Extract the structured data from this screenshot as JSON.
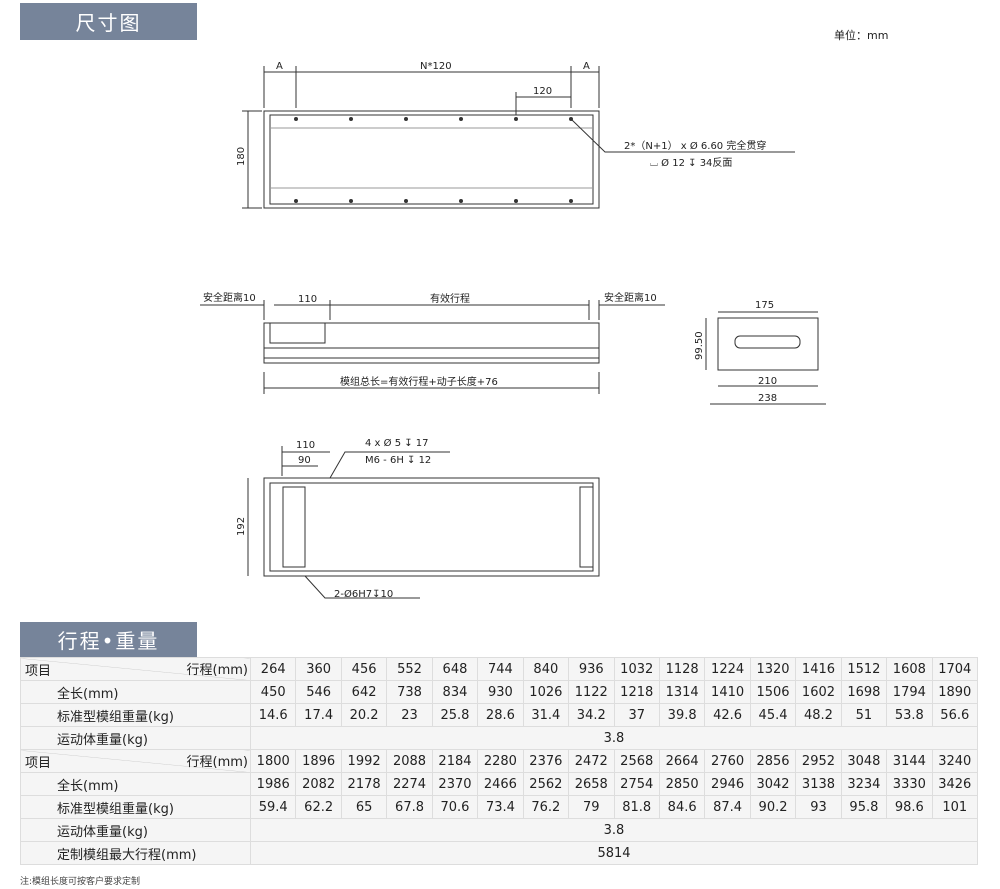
{
  "sections": {
    "dimensions": "尺寸图",
    "stroke_weight": "行程•重量"
  },
  "unit": "单位：mm",
  "drawing": {
    "top": {
      "a": "A",
      "n120": "N*120",
      "p120": "120",
      "h180": "180",
      "note1": "2*（N+1） x Ø 6.60 完全贯穿",
      "note2": "⌴ Ø 12 ↧ 34反面"
    },
    "side": {
      "safe_left": "安全距离10",
      "w110": "110",
      "stroke": "有效行程",
      "safe_right": "安全距离10",
      "total": "模组总长=有效行程+动子长度+76"
    },
    "end": {
      "w175": "175",
      "h9950": "99.50",
      "w210": "210",
      "w238": "238"
    },
    "bottom": {
      "w110": "110",
      "w90": "90",
      "h192": "192",
      "hole1": "4 x Ø 5 ↧ 17",
      "hole2": "M6 - 6H ↧ 12",
      "pin": "2-Ø6H7↧10"
    }
  },
  "table": {
    "item": "项目",
    "stroke_hdr": "行程(mm)",
    "len_lbl": "全长(mm)",
    "weight_lbl": "标准型模组重量(kg)",
    "mover_lbl": "运动体重量(kg)",
    "max_lbl": "定制模组最大行程(mm)",
    "blocks": [
      {
        "stroke": [
          "264",
          "360",
          "456",
          "552",
          "648",
          "744",
          "840",
          "936",
          "1032",
          "1128",
          "1224",
          "1320",
          "1416",
          "1512",
          "1608",
          "1704"
        ],
        "length": [
          "450",
          "546",
          "642",
          "738",
          "834",
          "930",
          "1026",
          "1122",
          "1218",
          "1314",
          "1410",
          "1506",
          "1602",
          "1698",
          "1794",
          "1890"
        ],
        "weight": [
          "14.6",
          "17.4",
          "20.2",
          "23",
          "25.8",
          "28.6",
          "31.4",
          "34.2",
          "37",
          "39.8",
          "42.6",
          "45.4",
          "48.2",
          "51",
          "53.8",
          "56.6"
        ],
        "mover": "3.8"
      },
      {
        "stroke": [
          "1800",
          "1896",
          "1992",
          "2088",
          "2184",
          "2280",
          "2376",
          "2472",
          "2568",
          "2664",
          "2760",
          "2856",
          "2952",
          "3048",
          "3144",
          "3240"
        ],
        "length": [
          "1986",
          "2082",
          "2178",
          "2274",
          "2370",
          "2466",
          "2562",
          "2658",
          "2754",
          "2850",
          "2946",
          "3042",
          "3138",
          "3234",
          "3330",
          "3426"
        ],
        "weight": [
          "59.4",
          "62.2",
          "65",
          "67.8",
          "70.6",
          "73.4",
          "76.2",
          "79",
          "81.8",
          "84.6",
          "87.4",
          "90.2",
          "93",
          "95.8",
          "98.6",
          "101"
        ],
        "mover": "3.8"
      }
    ],
    "max_stroke": "5814"
  },
  "note": "注:模组长度可按客户要求定制"
}
